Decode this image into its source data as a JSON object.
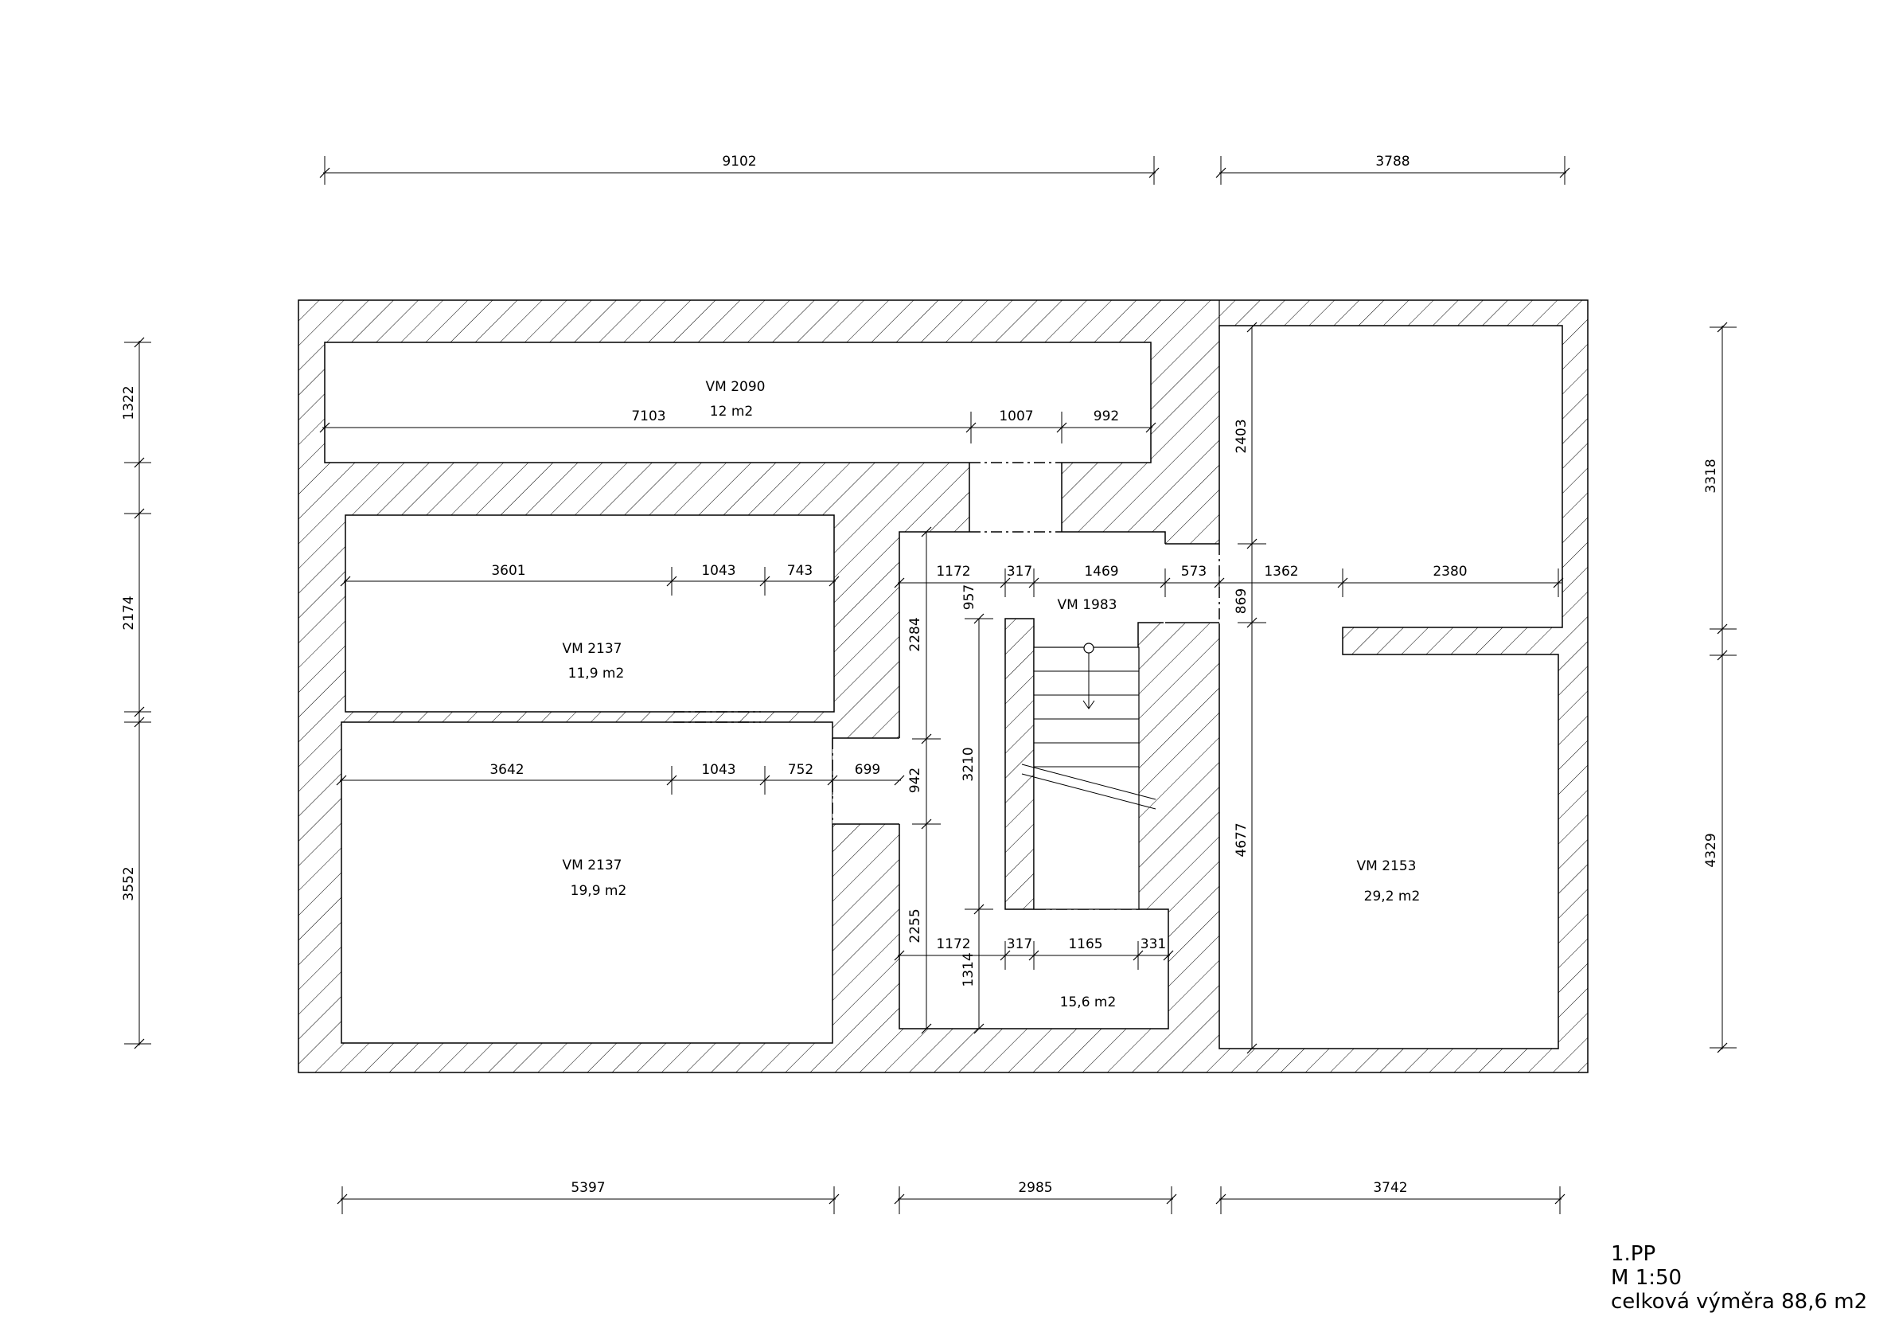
{
  "sheet": {
    "level": "1.PP",
    "scale": "M 1:50",
    "total_area": "celková výměra 88,6 m2"
  },
  "rooms": {
    "vm2090": {
      "name": "VM 2090",
      "area": "12 m2"
    },
    "vm2137a": {
      "name": "VM 2137",
      "area": "11,9 m2"
    },
    "vm2137b": {
      "name": "VM 2137",
      "area": "19,9 m2"
    },
    "vm1983": {
      "name": "VM 1983"
    },
    "vm2153": {
      "name": "VM 2153",
      "area": "29,2 m2"
    },
    "corridor": {
      "area": "15,6 m2"
    }
  },
  "dims": {
    "top_left": "9102",
    "top_right": "3788",
    "bottom_left": "5397",
    "bottom_mid": "2985",
    "bottom_right": "3742",
    "left_1": "1322",
    "left_2": "2174",
    "left_3": "3552",
    "right_1": "3318",
    "right_2": "4329",
    "r1_a": "7103",
    "r1_b": "1007",
    "r1_c": "992",
    "r2_a": "3601",
    "r2_b": "1043",
    "r2_c": "743",
    "r3_a": "3642",
    "r3_b": "1043",
    "r3_c": "752",
    "r3_d": "699",
    "c_a": "1172",
    "c_b": "317",
    "c_c": "1469",
    "c_d": "573",
    "c_e": "1362",
    "c_f": "2380",
    "d_a": "1172",
    "d_b": "317",
    "d_c": "1165",
    "d_d": "331",
    "v_957": "957",
    "v_2284": "2284",
    "v_3210": "3210",
    "v_942": "942",
    "v_2255": "2255",
    "v_1314": "1314",
    "v_2403": "2403",
    "v_869": "869",
    "v_4677": "4677"
  }
}
